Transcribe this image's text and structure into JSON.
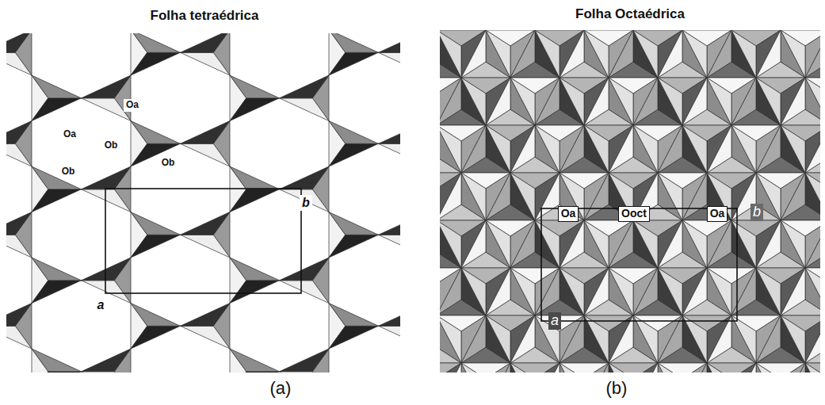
{
  "diagram": {
    "labels": [
      "Folha tetraédrica",
      "Folha Octaédrica",
      "Oa",
      "Oa",
      "Ob",
      "Ob",
      "Ob",
      "b",
      "a",
      "Oa",
      "Ooct",
      "Oa",
      "b",
      "a",
      "(a)",
      "(b)"
    ]
  }
}
